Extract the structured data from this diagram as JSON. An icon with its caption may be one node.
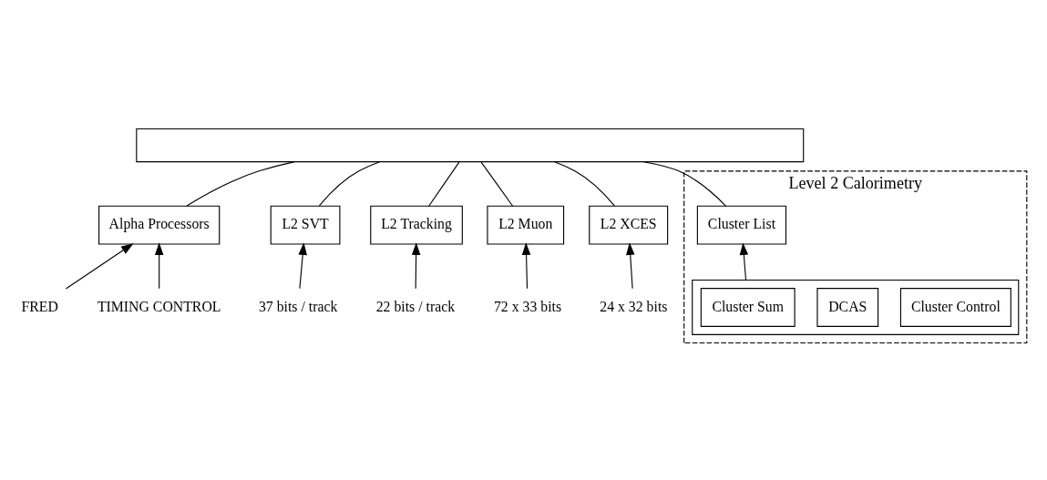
{
  "diagram": {
    "nodes": [
      {
        "text": [],
        "shape": "box"
      },
      {
        "text": [
          "Alpha Processors"
        ]
      },
      {
        "text": [
          "L2 SVT"
        ]
      },
      {
        "text": [
          "L2 Tracking"
        ]
      },
      {
        "text": [
          "L2 Muon"
        ]
      },
      {
        "text": [
          "L2 XCES"
        ]
      },
      {
        "text": [
          "Level 2 Calorimetry"
        ]
      },
      {
        "text": [
          "Cluster List"
        ],
        "in": 6
      },
      {
        "text": [],
        "shape": "box",
        "in": 6
      },
      {
        "text": [
          "Cluster Sum"
        ],
        "in": 8
      },
      {
        "text": [
          "DCAS"
        ],
        "in": 8
      },
      {
        "text": [
          "Cluster Control"
        ],
        "in": 8
      },
      {
        "text": [
          "FRED"
        ]
      },
      {
        "text": [
          "TIMING CONTROL"
        ]
      },
      {
        "text": [
          "37 bits / track"
        ]
      },
      {
        "text": [
          "22 bits / track"
        ]
      },
      {
        "text": [
          "72 x 33 bits"
        ]
      },
      {
        "text": [
          "24 x 32 bits"
        ]
      }
    ],
    "edges": [
      {
        "from": 1,
        "to": 0,
        "arrow": "none"
      },
      {
        "from": 2,
        "to": 0,
        "arrow": "none"
      },
      {
        "from": 3,
        "to": 0,
        "arrow": "none"
      },
      {
        "from": 4,
        "to": 0,
        "arrow": "none"
      },
      {
        "from": 5,
        "to": 0,
        "arrow": "none"
      },
      {
        "from": 7,
        "to": 0,
        "arrow": "none"
      },
      {
        "from": 12,
        "to": 1,
        "arrow": "to"
      },
      {
        "from": 13,
        "to": 1,
        "arrow": "to"
      },
      {
        "from": 14,
        "to": 2,
        "arrow": "to"
      },
      {
        "from": 15,
        "to": 3,
        "arrow": "to"
      },
      {
        "from": 16,
        "to": 4,
        "arrow": "to"
      },
      {
        "from": 17,
        "to": 5,
        "arrow": "to"
      },
      {
        "from": 8,
        "to": 7,
        "arrow": "to"
      }
    ]
  }
}
